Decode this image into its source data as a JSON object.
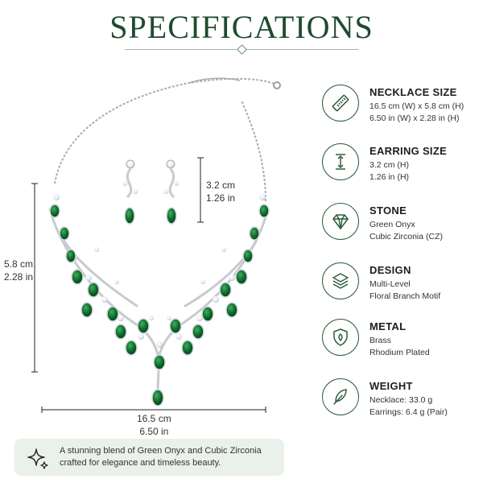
{
  "header": {
    "title": "SPECIFICATIONS"
  },
  "earring_dims": {
    "cm": "3.2 cm",
    "in": "1.26 in"
  },
  "necklace_height_dims": {
    "cm": "5.8 cm",
    "in": "2.28 in"
  },
  "necklace_width_dims": {
    "cm": "16.5 cm",
    "in": "6.50 in"
  },
  "specs": [
    {
      "label": "NECKLACE SIZE",
      "line1": "16.5 cm (W) x 5.8 cm (H)",
      "line2": "6.50 in (W) x 2.28 in (H)",
      "icon": "ruler-icon"
    },
    {
      "label": "EARRING SIZE",
      "line1": "3.2 cm (H)",
      "line2": "1.26 in (H)",
      "icon": "height-arrow-icon"
    },
    {
      "label": "STONE",
      "line1": "Green Onyx",
      "line2": "Cubic Zirconia (CZ)",
      "icon": "diamond-icon"
    },
    {
      "label": "DESIGN",
      "line1": "Multi-Level",
      "line2": "Floral Branch Motif",
      "icon": "layers-icon"
    },
    {
      "label": "METAL",
      "line1": "Brass",
      "line2": "Rhodium Plated",
      "icon": "shield-icon"
    },
    {
      "label": "WEIGHT",
      "line1": "Necklace: 33.0 g",
      "line2": "Earrings: 6.4 g (Pair)",
      "icon": "feather-icon"
    }
  ],
  "tagline": {
    "line1": "A stunning blend of Green Onyx and Cubic Zirconia",
    "line2": "crafted for elegance and timeless beauty."
  },
  "colors": {
    "accent": "#1f4a2e",
    "emerald": "#0f6b2c",
    "silver": "#b9bec4",
    "panel": "#eaf1ea"
  }
}
